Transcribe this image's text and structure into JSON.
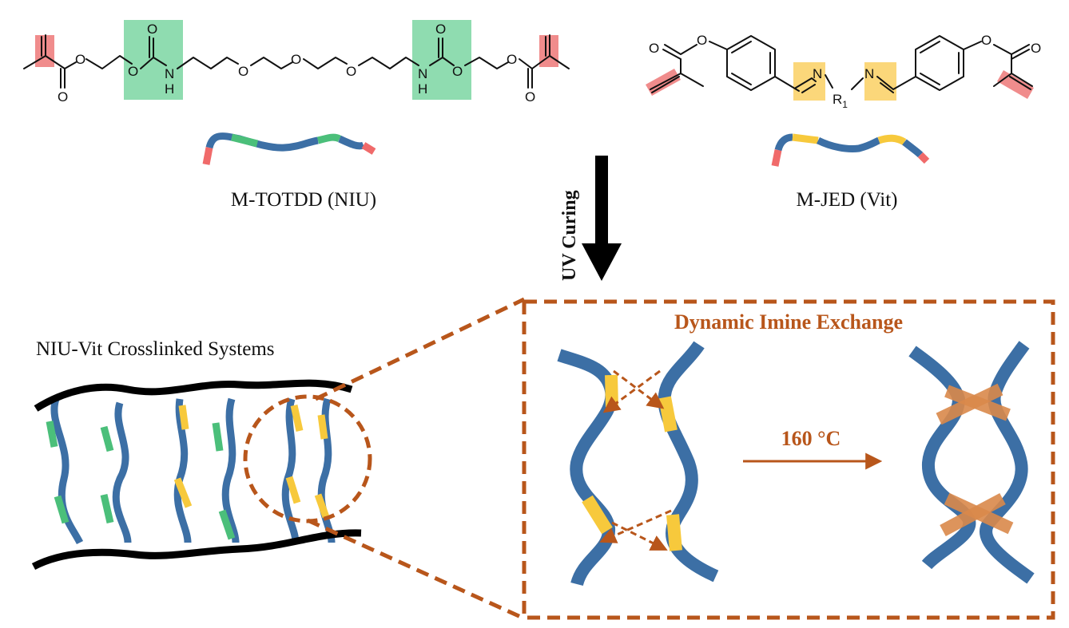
{
  "colors": {
    "vinyl_highlight": "#f08c8c",
    "urethane_highlight": "#8fdcb0",
    "imine_highlight": "#fbd77a",
    "backbone": "#3c6fa5",
    "green_segment": "#4bbf7a",
    "yellow_segment": "#f7c93c",
    "red_segment": "#f06a6a",
    "accent": "#b8561b",
    "exchanged_segment": "#d9884a",
    "crosslink_black": "#000000"
  },
  "molecules": {
    "left_label": "M-TOTDD (NIU)",
    "right_label": "M-JED (Vit)",
    "atoms": {
      "oxygen": "O",
      "nitrogen": "N",
      "hydrogen": "H",
      "r_group": "R",
      "r_subscript": "1"
    }
  },
  "process": {
    "arrow_label": "UV Curing"
  },
  "network": {
    "title": "NIU-Vit Crosslinked Systems"
  },
  "exchange": {
    "title": "Dynamic Imine Exchange",
    "temperature": "160 °C"
  }
}
